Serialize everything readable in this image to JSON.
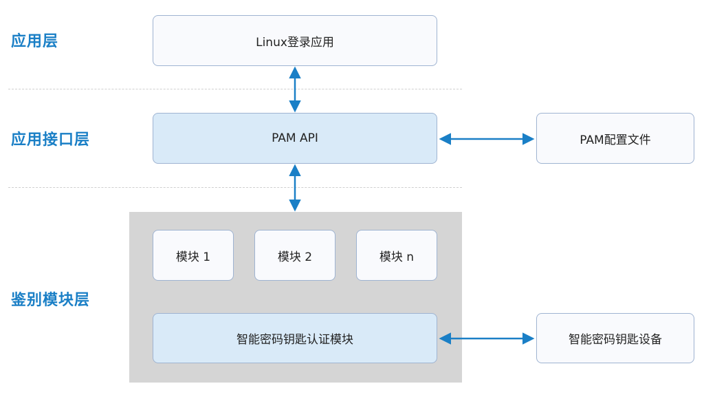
{
  "layers": {
    "app": "应用层",
    "api": "应用接口层",
    "auth": "鉴别模块层"
  },
  "boxes": {
    "linux_login": "Linux登录应用",
    "pam_api": "PAM  API",
    "pam_config": "PAM配置文件",
    "module1": "模块 1",
    "module2": "模块 2",
    "modulen": "模块 n",
    "smartkey_auth": "智能密码钥匙认证模块",
    "smartkey_device": "智能密码钥匙设备"
  },
  "colors": {
    "label": "#1a7fc6",
    "arrow": "#1a7fc6",
    "box_blue": "#d9eaf8",
    "box_white": "#f9fafd",
    "group_bg": "#d5d5d5"
  }
}
